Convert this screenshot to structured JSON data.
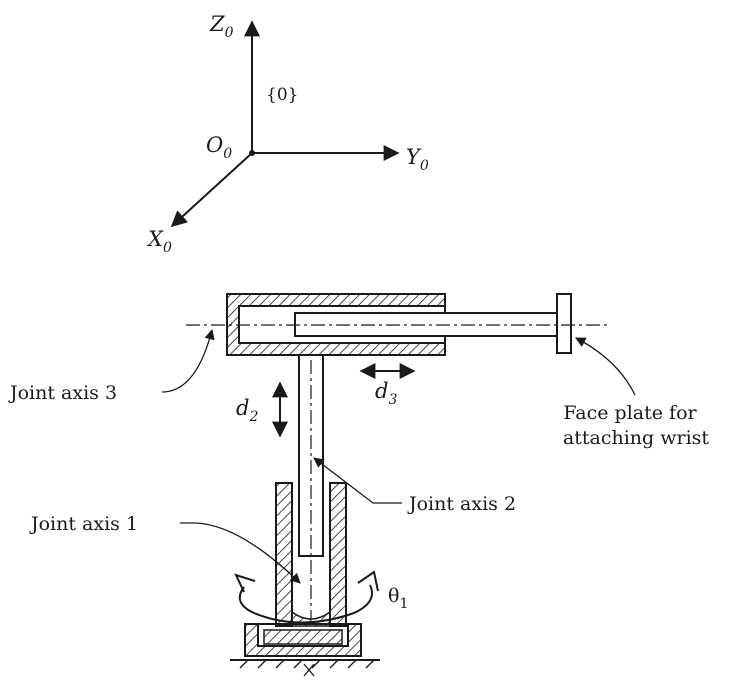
{
  "frame": {
    "origin": "O",
    "origin_sub": "0",
    "z": "Z",
    "z_sub": "0",
    "y": "Y",
    "y_sub": "0",
    "x": "X",
    "x_sub": "0",
    "frame_id": "{0}"
  },
  "labels": {
    "joint_axis_3": "Joint axis 3",
    "joint_axis_2": "Joint axis 2",
    "joint_axis_1": "Joint axis 1",
    "d2": "d",
    "d2_sub": "2",
    "d3": "d",
    "d3_sub": "3",
    "theta1": "θ",
    "theta1_sub": "1",
    "face_plate_line1": "Face plate for",
    "face_plate_line2": "attaching wrist"
  }
}
